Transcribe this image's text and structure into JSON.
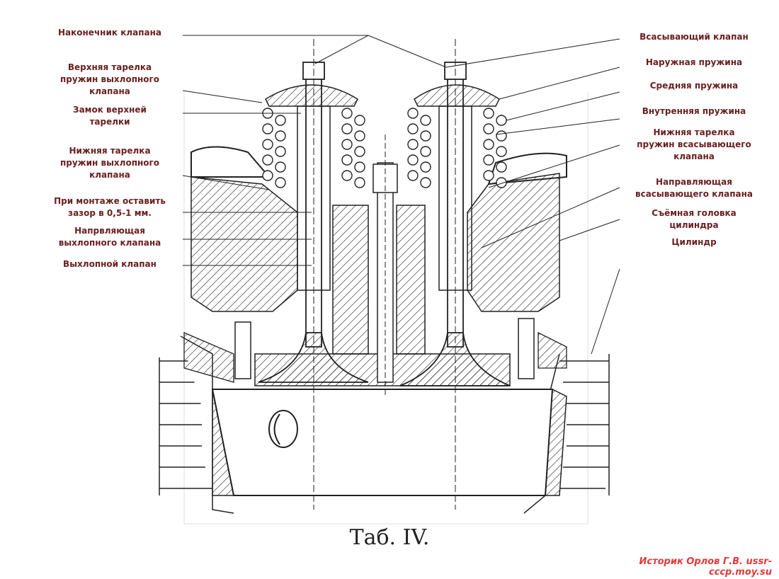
{
  "labels_left": [
    "Наконечник клапана",
    "Верхняя тарелка\nпружин выхлопного\nклапана",
    "Замок верхней\nтарелки",
    "Нижняя тарелка\nпружин выхлопного\nклапана",
    "При монтаже оставить\nзазор в 0,5-1 мм.",
    "Напрвляющая\nвыхлопного клапана",
    "Выхлопной клапан"
  ],
  "labels_right": [
    "Всасывающий клапан",
    "Наружная пружина",
    "Средняя пружина",
    "Внутренняя пружина",
    "Нижняя тарелка\nпружин всасывающего\nклапана",
    "Направляющая\nвсасывающего клапана",
    "Съёмная головка\nцилиндра",
    "Цилиндр"
  ],
  "caption": "Таб. IV.",
  "watermark": "Историк Орлов Г.В. ussr-cccp.moy.su",
  "colors": {
    "label": "#6a1f1f",
    "watermark": "#e03a3a",
    "drawing": "#222222"
  }
}
